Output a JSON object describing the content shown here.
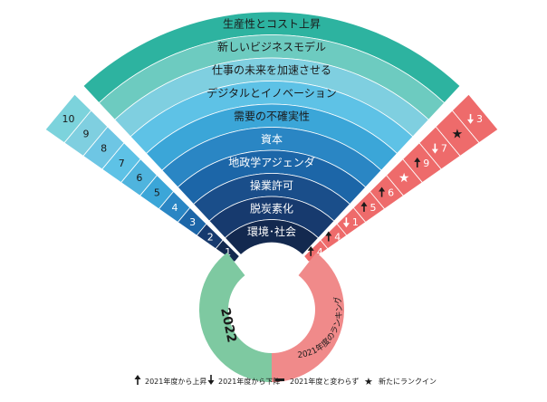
{
  "bands": [
    {
      "label": "生産性とコスト上昇",
      "color": "#2db3a0",
      "text": "dark"
    },
    {
      "label": "新しいビジネスモデル",
      "color": "#6dcbc0",
      "text": "dark"
    },
    {
      "label": "仕事の未来を加速させる",
      "color": "#7fcfe0",
      "text": "dark"
    },
    {
      "label": "デジタルとイノベーション",
      "color": "#5ec2e6",
      "text": "dark"
    },
    {
      "label": "需要の不確実性",
      "color": "#3ba6d8",
      "text": "dark"
    },
    {
      "label": "資本",
      "color": "#2a86c4",
      "text": "light"
    },
    {
      "label": "地政学アジェンダ",
      "color": "#1c66a8",
      "text": "light"
    },
    {
      "label": "操業許可",
      "color": "#1a4e8a",
      "text": "light"
    },
    {
      "label": "脱炭素化",
      "color": "#173a6e",
      "text": "light"
    },
    {
      "label": "環境･社会",
      "color": "#13294f",
      "text": "light"
    }
  ],
  "left_ranks": [
    "10",
    "9",
    "8",
    "7",
    "6",
    "5",
    "4",
    "3",
    "2",
    "1"
  ],
  "left_colors": [
    "#7cd3dc",
    "#7fcfe0",
    "#6ec6e4",
    "#5ec2e6",
    "#4fb4de",
    "#3ba6d8",
    "#2a86c4",
    "#1c66a8",
    "#173a6e",
    "#13294f"
  ],
  "right_ranks": [
    {
      "arrow": "down",
      "value": "3"
    },
    {
      "arrow": "star",
      "value": ""
    },
    {
      "arrow": "down",
      "value": "7"
    },
    {
      "arrow": "up",
      "value": "9"
    },
    {
      "arrow": "star",
      "value": ""
    },
    {
      "arrow": "up",
      "value": "6"
    },
    {
      "arrow": "up",
      "value": "5"
    },
    {
      "arrow": "down",
      "value": "1"
    },
    {
      "arrow": "up",
      "value": "4"
    },
    {
      "arrow": "up",
      "value": "4"
    }
  ],
  "year_label": "2022",
  "ring_caption": "2021年度のランキング",
  "colors": {
    "green_ring": "#7ec9a1",
    "red_ring": "#f08a8a",
    "red_band": "#ee6b6b"
  },
  "legend": [
    {
      "icon": "up-arrow-icon",
      "label": "2021年度から上昇"
    },
    {
      "icon": "down-arrow-icon",
      "label": "2021年度から下降"
    },
    {
      "icon": "dash-icon",
      "label": "2021年度と変わらず"
    },
    {
      "icon": "star-icon",
      "label": "新たにランクイン"
    }
  ]
}
